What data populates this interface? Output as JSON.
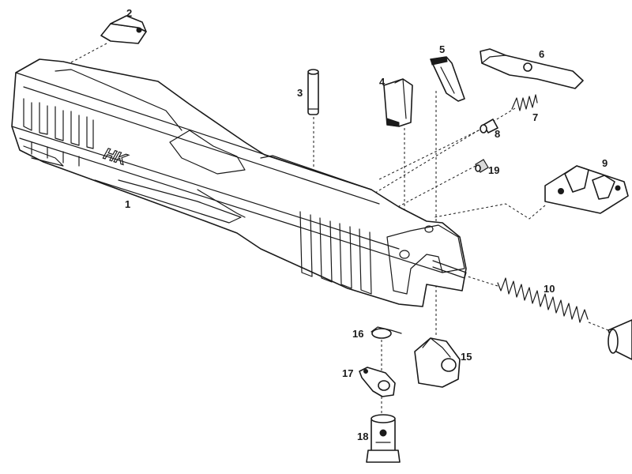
{
  "diagram": {
    "logo_text": "HK",
    "callouts": {
      "p1": "1",
      "p2": "2",
      "p3": "3",
      "p4": "4",
      "p5": "5",
      "p6": "6",
      "p7": "7",
      "p8": "8",
      "p9": "9",
      "p10": "10",
      "p15": "15",
      "p16": "16",
      "p17": "17",
      "p18": "18",
      "p19": "19"
    }
  }
}
